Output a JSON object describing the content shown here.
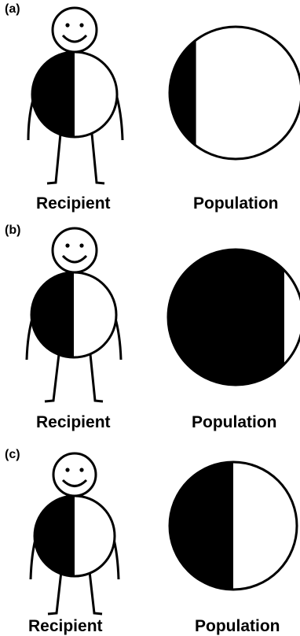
{
  "colors": {
    "ink": "#000000",
    "paper": "#ffffff"
  },
  "panels": [
    {
      "label": "(a)",
      "recipient_label": "Recipient",
      "population_label": "Population",
      "recipient_black_fraction": 0.5,
      "population_black_fraction": 0.2
    },
    {
      "label": "(b)",
      "recipient_label": "Recipient",
      "population_label": "Population",
      "recipient_black_fraction": 0.5,
      "population_black_fraction": 0.86
    },
    {
      "label": "(c)",
      "recipient_label": "Recipient",
      "population_label": "Population",
      "recipient_black_fraction": 0.5,
      "population_black_fraction": 0.5
    }
  ]
}
